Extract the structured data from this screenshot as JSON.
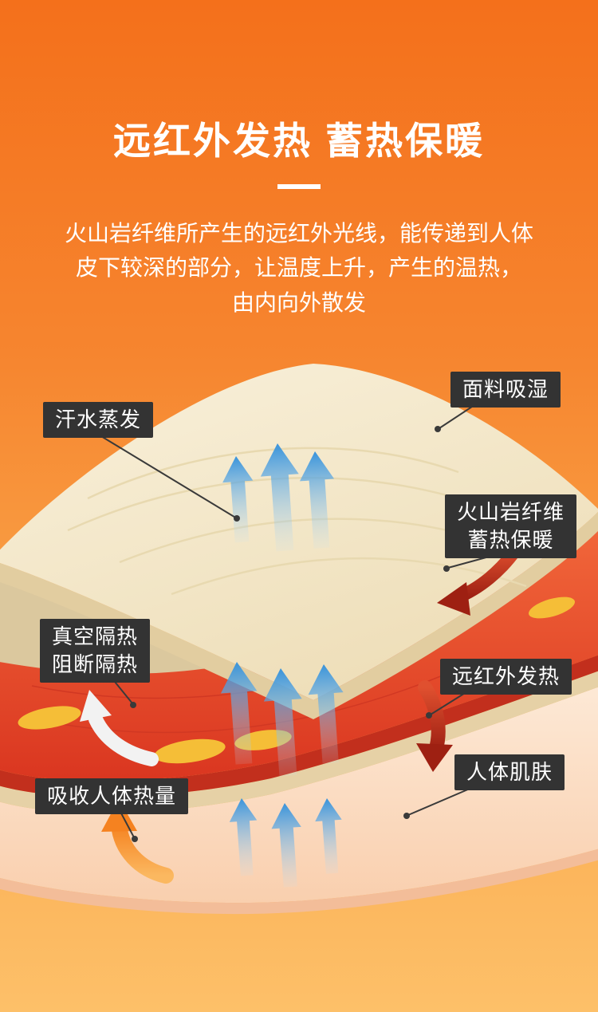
{
  "header": {
    "title": "远红外发热 蓄热保暖",
    "description": "火山岩纤维所产生的远红外光线，能传递到人体\n皮下较深的部分，让温度上升，产生的温热，\n由内向外散发"
  },
  "diagram": {
    "labels": {
      "moisture": {
        "text": "面料吸湿"
      },
      "sweat": {
        "text": "汗水蒸发"
      },
      "volcanic": {
        "text": "火山岩纤维\n蓄热保暖"
      },
      "vacuum": {
        "text": "真空隔热\n阻断隔热"
      },
      "infrared": {
        "text": "远红外发热"
      },
      "skin": {
        "text": "人体肌肤"
      },
      "absorb": {
        "text": "吸收人体热量"
      }
    }
  },
  "colors": {
    "background_top": "#f4701b",
    "background_bottom": "#fdc069",
    "title_text": "#ffffff",
    "label_background": "#333333",
    "label_text": "#ffffff",
    "top_fabric_layer": "#f6ecd2",
    "heating_layer": "#e3462a",
    "heating_spots": "#f5be37",
    "skin_layer": "#fbdcc2",
    "steam_arrow": "#3e97dd",
    "absorb_arrow": "#f58220",
    "infrared_arrow": "#a92616"
  }
}
